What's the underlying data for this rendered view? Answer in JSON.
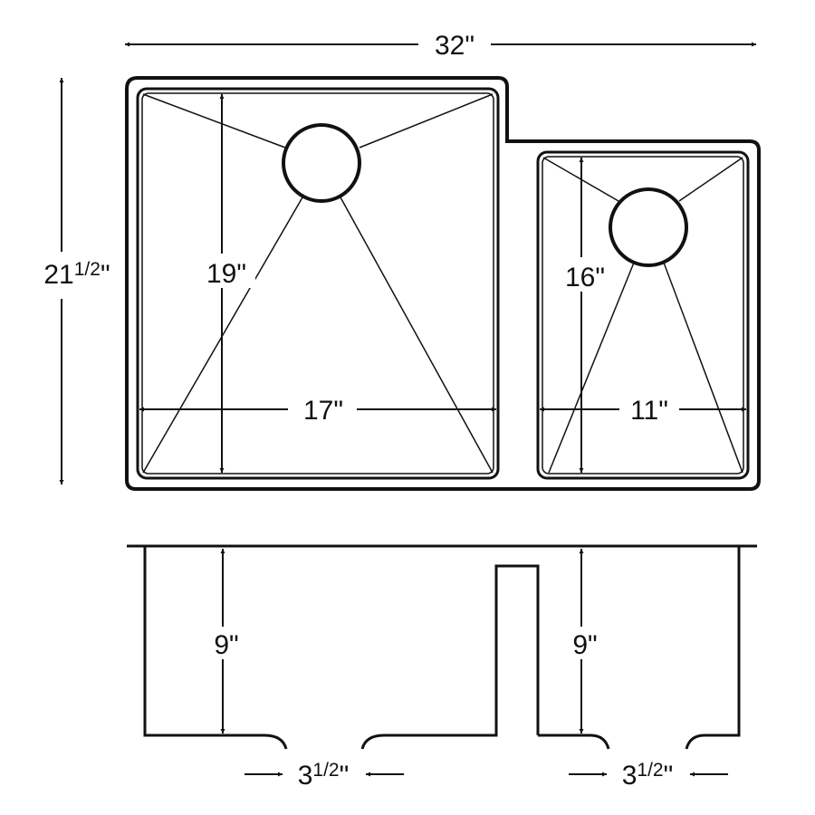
{
  "dimensions": {
    "overall_width": "32\"",
    "overall_depth_whole": "21",
    "overall_depth_frac": "1/2",
    "overall_depth_unit": "\"",
    "large_bowl_depth": "19\"",
    "large_bowl_width": "17\"",
    "small_bowl_depth": "16\"",
    "small_bowl_width": "11\"",
    "large_bowl_height": "9\"",
    "small_bowl_height": "9\"",
    "radius_left_whole": "3",
    "radius_left_frac": "1/2",
    "radius_left_unit": "\"",
    "radius_right_whole": "3",
    "radius_right_frac": "1/2",
    "radius_right_unit": "\""
  },
  "colors": {
    "line": "#111111",
    "background": "#ffffff"
  }
}
